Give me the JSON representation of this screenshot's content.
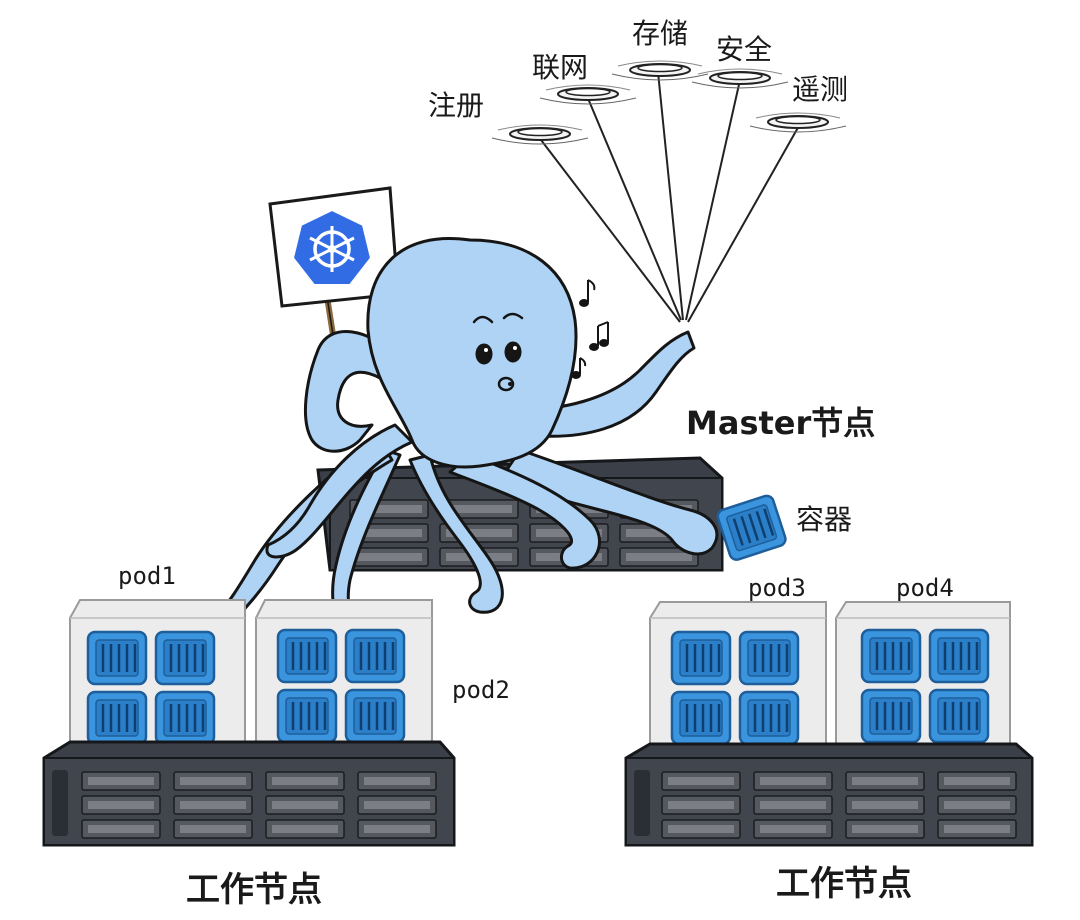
{
  "services": [
    "注册",
    "联网",
    "存储",
    "安全",
    "遥测"
  ],
  "master_label": "Master节点",
  "container_label": "容器",
  "pods": [
    "pod1",
    "pod2",
    "pod3",
    "pod4"
  ],
  "worker_label": "工作节点",
  "colors": {
    "octopus": "#aed3f5",
    "octopus_outline": "#151515",
    "container": "#3a95de",
    "container_dark": "#1e5e9a",
    "server": "#3b3f47",
    "pod_box": "#ececec",
    "k8s_logo": "#326ce5"
  },
  "icons": [
    "kubernetes-logo-icon",
    "music-note-icon",
    "container-icon",
    "server-icon"
  ]
}
